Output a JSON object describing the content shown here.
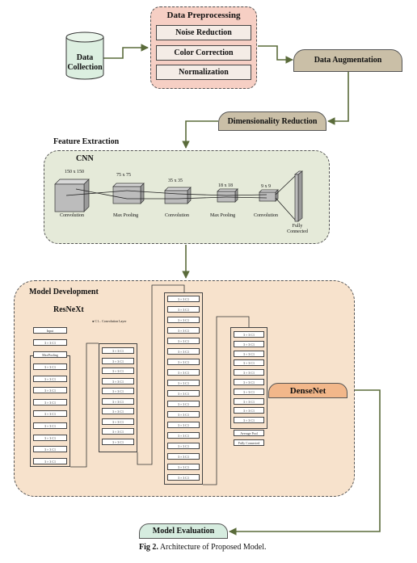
{
  "data_collection": {
    "line1": "Data",
    "line2": "Collection"
  },
  "preprocessing": {
    "title": "Data Preprocessing",
    "items": [
      "Noise Reduction",
      "Color Correction",
      "Normalization"
    ]
  },
  "data_augmentation": "Data Augmentation",
  "dimensionality_reduction": "Dimensionality Reduction",
  "feature_extraction": {
    "title": "Feature Extraction",
    "subtitle": "CNN",
    "sizes": [
      "150 x 150",
      "75 x 75",
      "35 x 35",
      "18 x 18",
      "9 x 9"
    ],
    "layers": [
      "Convolution",
      "Max Pooling",
      "Convolution",
      "Max Pooling",
      "Convolution"
    ],
    "fc_line1": "Fully",
    "fc_line2": "Connected"
  },
  "model_development": {
    "title": "Model Development",
    "subtitle": "ResNeXt",
    "legend": "C1... Convolution Layer",
    "input_label": "Input",
    "maxpool_label": "MaxPooling",
    "conv_label": "3 × 3 C1",
    "avgpool_label": "Average Pool",
    "fc_label": "Fully Connected"
  },
  "densenet": "DenseNet",
  "model_evaluation": "Model Evaluation",
  "caption": {
    "bold": "Fig 2.",
    "text": " Architecture of Proposed Model."
  },
  "colors": {
    "preprocessing_bg": "#f6cfc4",
    "augmentation_bg": "#cabfa7",
    "cnn_bg": "#e5ead9",
    "model_bg": "#f7e2cc",
    "densenet_bg": "#f2b78a",
    "evaluation_bg": "#d6ecdf",
    "arrow": "#5a6b3a"
  }
}
